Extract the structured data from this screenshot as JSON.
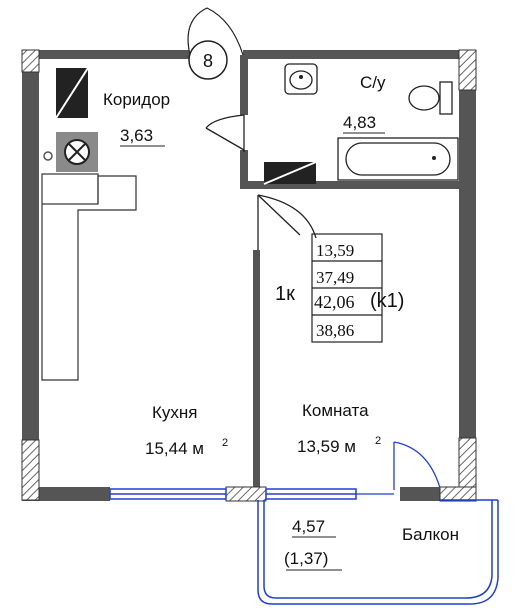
{
  "apartment": {
    "type_label": "1к",
    "areas": [
      "13,59",
      "37,49",
      "42,06",
      "38,86"
    ],
    "variant": "(k1)"
  },
  "entrance": {
    "number": "8"
  },
  "rooms": {
    "corridor": {
      "name": "Коридор",
      "area": "3,63"
    },
    "bathroom": {
      "name": "С/у",
      "area": "4,83"
    },
    "kitchen": {
      "name": "Кухня",
      "area": "15,44 м",
      "unit_sup": "2"
    },
    "room": {
      "name": "Комната",
      "area": "13,59 м",
      "unit_sup": "2"
    },
    "balcony": {
      "name": "Балкон",
      "area": "4,57",
      "area_reduced": "(1,37)"
    }
  },
  "colors": {
    "wall": "#555555",
    "window": "#1f3fd6",
    "line": "#222222"
  }
}
